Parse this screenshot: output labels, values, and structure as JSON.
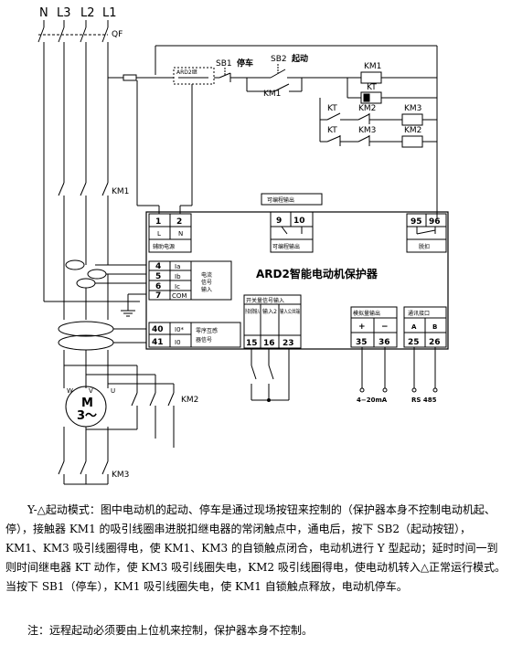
{
  "phases": [
    "N",
    "L3",
    "L2",
    "L1"
  ],
  "labels": {
    "qf": "QF",
    "sb1": "SB1",
    "stop": "停车",
    "sb2": "SB2",
    "start": "起动",
    "ard2_contact": "ARD2继",
    "km1": "KM1",
    "km2": "KM2",
    "km3": "KM3",
    "kt": "KT",
    "motor_m": "M",
    "motor_3": "3～",
    "w": "W",
    "v": "V",
    "u": "U"
  },
  "protector": {
    "title": "ARD2智能电动机保护器",
    "power_terms": [
      "1",
      "2"
    ],
    "power_sub": [
      "L",
      "N"
    ],
    "power_label": "辅助电源",
    "plc_out_top": "可编程输出",
    "plc_terms": [
      "9",
      "10"
    ],
    "plc_out_bottom": "可编程输出",
    "trip_terms": [
      "95",
      "96"
    ],
    "trip_label": "脱扣",
    "ct_terms": [
      "4",
      "5",
      "6",
      "7"
    ],
    "ct_sub": [
      "Ia",
      "Ib",
      "Ic",
      "COM"
    ],
    "ct_label": [
      "电流",
      "信号",
      "输入"
    ],
    "zero_terms": [
      "40",
      "41"
    ],
    "zero_sub": [
      "I0*",
      "I0"
    ],
    "zero_label": [
      "零序互感",
      "器信号"
    ],
    "di_header": "开关量信号输入",
    "di_cols": [
      "外部故障输入",
      "输入2",
      "输入公共端"
    ],
    "di_terms": [
      "15",
      "16",
      "23"
    ],
    "ao_header": "模拟量输出",
    "ao_signs": [
      "+",
      "−"
    ],
    "ao_terms": [
      "35",
      "36"
    ],
    "ao_label": "4−20mA",
    "comm_header": "通讯接口",
    "comm_sub": [
      "A",
      "B"
    ],
    "comm_terms": [
      "25",
      "26"
    ],
    "comm_label": "RS 485"
  },
  "description": {
    "para1": "Y-△起动模式：图中电动机的起动、停车是通过现场按钮来控制的（保护器本身不控制电动机起、停），接触器 KM1 的吸引线圈串进脱扣继电器的常闭触点中，通电后，按下 SB2（起动按钮），KM1、KM3 吸引线圈得电，使 KM1、KM3 的自锁触点闭合，电动机进行 Y 型起动；延时时间一到则时间继电器 KT 动作，使 KM3 吸引线圈失电，KM2 吸引线圈得电，使电动机转入△正常运行模式。当按下 SB1（停车），KM1 吸引线圈失电，使 KM1 自锁触点释放，电动机停车。",
    "note": "注：远程起动必须要由上位机来控制，保护器本身不控制。"
  }
}
